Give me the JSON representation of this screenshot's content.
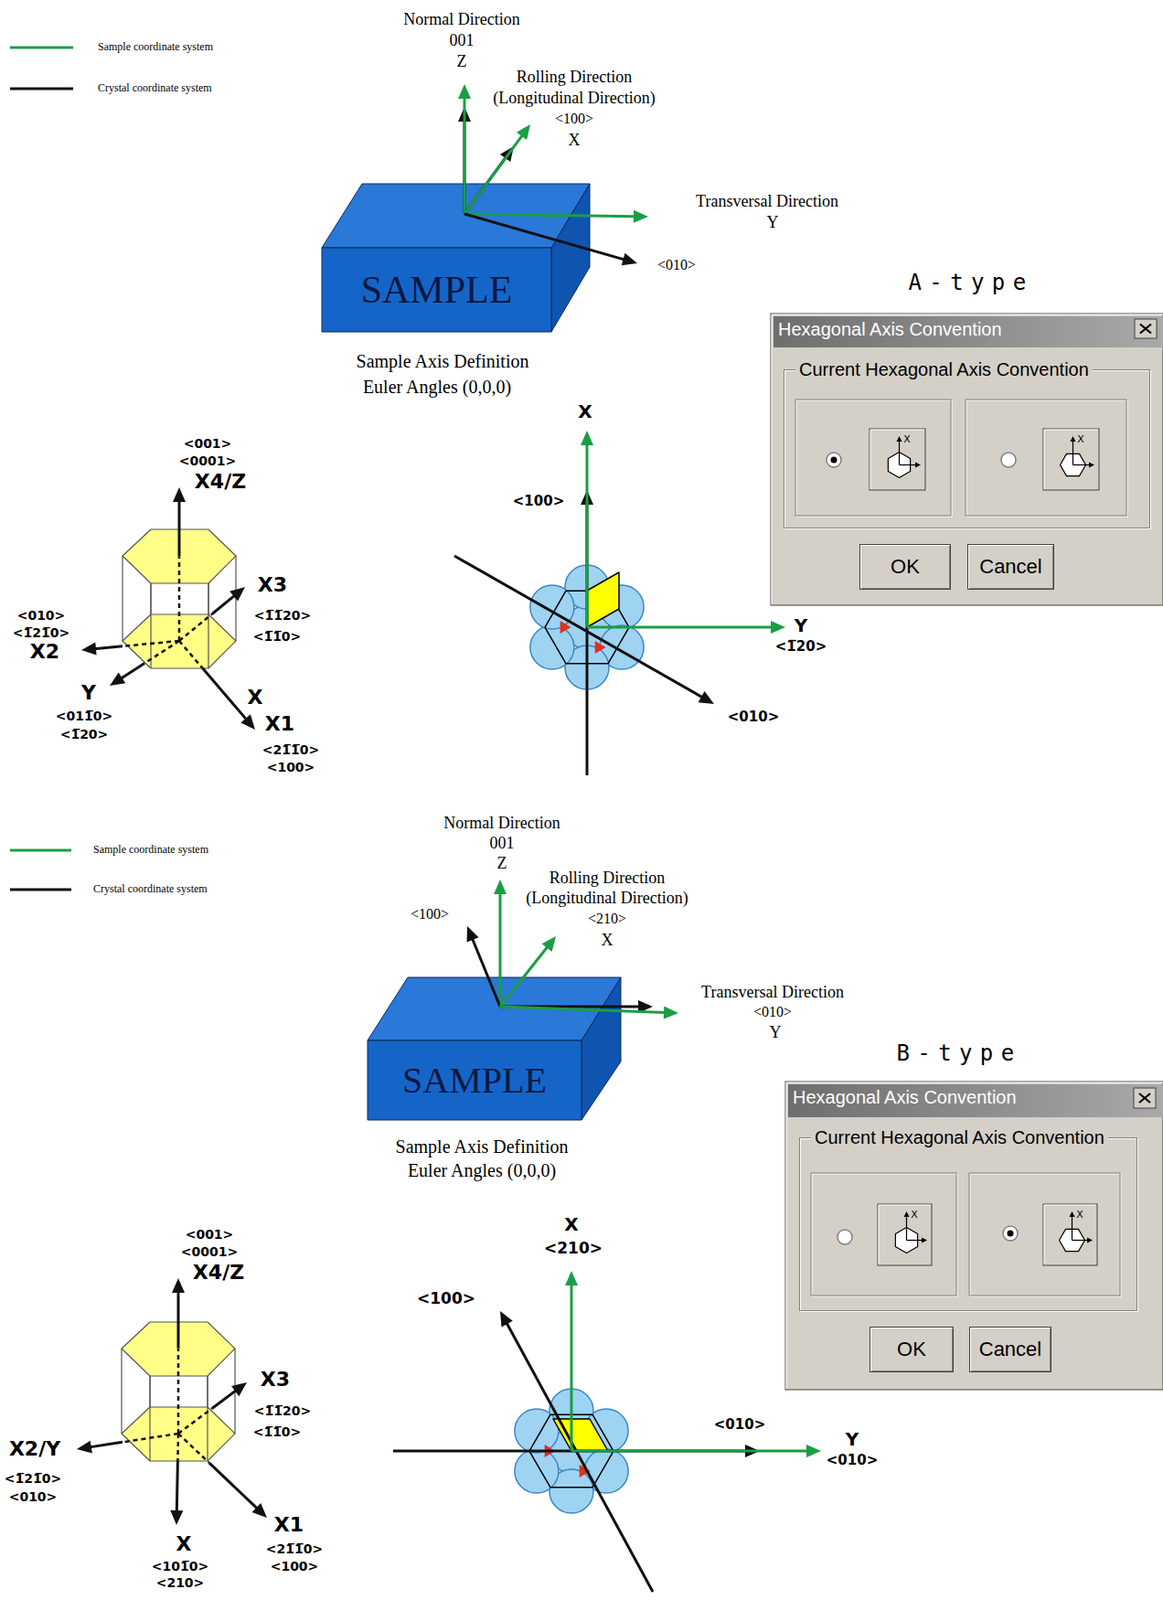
{
  "diagram": {
    "nodes": [
      {
        "text": [
          "SAMPLE"
        ]
      },
      {
        "text": [
          "Hexagonal Axis Convention"
        ]
      },
      {
        "text": [
          "Current Hexagonal Axis Convention"
        ],
        "in": 1
      },
      {
        "text": [
          "OK"
        ],
        "in": 1
      },
      {
        "text": [
          "Cancel"
        ],
        "in": 1
      },
      {
        "text": [
          "SAMPLE"
        ]
      },
      {
        "text": [
          "Hexagonal Axis Convention"
        ]
      },
      {
        "text": [
          "Current Hexagonal Axis Convention"
        ],
        "in": 6
      },
      {
        "text": [
          "OK"
        ],
        "in": 6
      },
      {
        "text": [
          "Cancel"
        ],
        "in": 6
      }
    ],
    "labels": [
      "Normal Direction",
      "001",
      "Z",
      "Rolling Direction",
      "(Longitudinal Direction)",
      "<100>",
      "X",
      "Transversal Direction",
      "Y",
      "<010>",
      "Sample Axis Definition",
      "Euler Angles (0,0,0)",
      "A-type",
      "<001>",
      "<0001>",
      "X4/Z",
      "<010>",
      "<1̅21̅0>",
      "X2",
      "X3",
      "<1̅1̅20>",
      "<1̅1̅0>",
      "Y",
      "<011̅0>",
      "<1̅20>",
      "X",
      "X1",
      "<21̅1̅0>",
      "<100>",
      "X",
      "<100>",
      "Y",
      "<1̅20>",
      "<010>",
      "Normal Direction",
      "001",
      "Z",
      "<100>",
      "Rolling Direction",
      "(Longitudinal Direction)",
      "<210>",
      "X",
      "Transversal Direction",
      "<010>",
      "Y",
      "Sample Axis Definition",
      "Euler Angles (0,0,0)",
      "B-type",
      "<001>",
      "<0001>",
      "X4/Z",
      "X3",
      "<1̅1̅20>",
      "<1̅1̅0>",
      "X2/Y",
      "<1̅21̅0>",
      "<010>",
      "X",
      "<101̅0>",
      "<210>",
      "X1",
      "<21̅1̅0>",
      "<100>",
      "X",
      "<210>",
      "<100>",
      "<010>",
      "Y",
      "<010>",
      "X",
      "X",
      "X",
      "X"
    ],
    "legend": [
      {
        "text": "Sample coordinate system"
      },
      {
        "text": "Crystal coordinate system"
      },
      {
        "text": "Sample coordinate system"
      },
      {
        "text": "Crystal coordinate system"
      }
    ]
  }
}
